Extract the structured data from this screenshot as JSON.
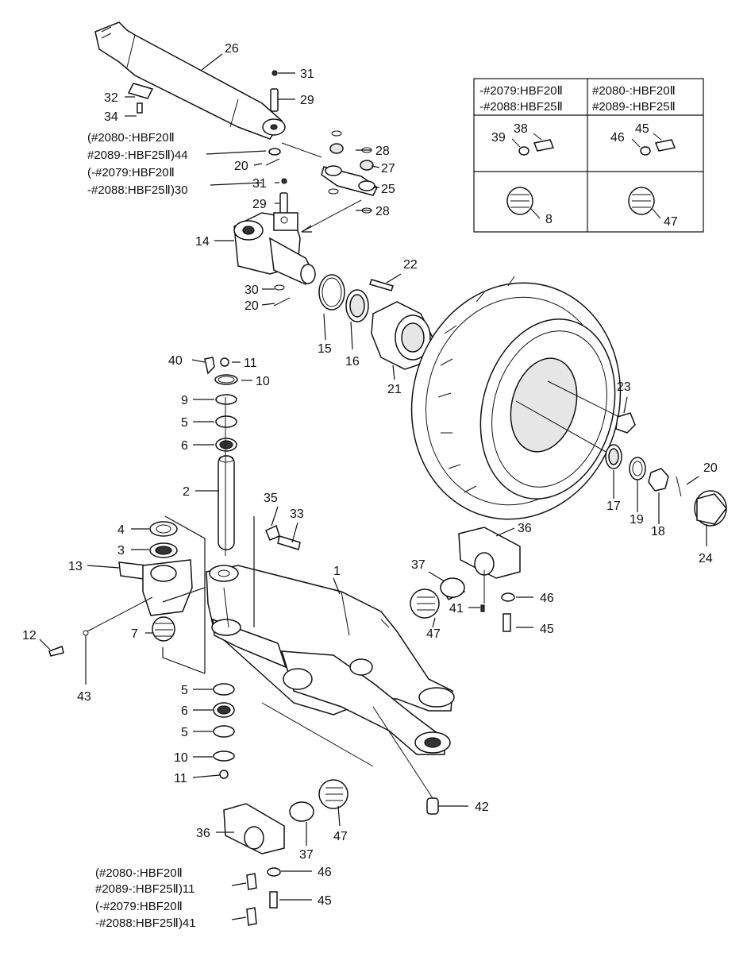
{
  "labels": {
    "l1": "1",
    "l2": "2",
    "l3": "3",
    "l4": "4",
    "l5a": "5",
    "l5b": "5",
    "l5c": "5",
    "l6a": "6",
    "l6b": "6",
    "l7": "7",
    "l8": "8",
    "l9": "9",
    "l10a": "10",
    "l10b": "10",
    "l11a": "11",
    "l11b": "11",
    "l12": "12",
    "l13": "13",
    "l14": "14",
    "l15": "15",
    "l16": "16",
    "l17": "17",
    "l18": "18",
    "l19": "19",
    "l20a": "20",
    "l20b": "20",
    "l20c": "20",
    "l21": "21",
    "l22": "22",
    "l23": "23",
    "l24": "24",
    "l25": "25",
    "l26": "26",
    "l27": "27",
    "l28a": "28",
    "l28b": "28",
    "l29a": "29",
    "l29b": "29",
    "l30": "30",
    "l31a": "31",
    "l31b": "31",
    "l32": "32",
    "l33": "33",
    "l34": "34",
    "l35": "35",
    "l36a": "36",
    "l36b": "36",
    "l37a": "37",
    "l37b": "37",
    "l38": "38",
    "l39": "39",
    "l40": "40",
    "l41a": "41",
    "l42": "42",
    "l43": "43",
    "l45a": "45",
    "l45b": "45",
    "l45c": "45",
    "l46a": "46",
    "l46b": "46",
    "l46c": "46",
    "l47a": "47",
    "l47b": "47",
    "l47c": "47"
  },
  "notes": {
    "top_note_1": "(#2080-:HBF20Ⅱ",
    "top_note_2": " #2089-:HBF25Ⅱ)44",
    "top_note_3": "(-#2079:HBF20Ⅱ",
    "top_note_4": " -#2088:HBF25Ⅱ)30",
    "bottom_note_1": "(#2080-:HBF20Ⅱ",
    "bottom_note_2": " #2089-:HBF25Ⅱ)11",
    "bottom_note_3": "(-#2079:HBF20Ⅱ",
    "bottom_note_4": " -#2088:HBF25Ⅱ)41"
  },
  "table": {
    "col1_line1": "-#2079:HBF20Ⅱ",
    "col1_line2": "-#2088:HBF25Ⅱ",
    "col2_line1": "#2080-:HBF20Ⅱ",
    "col2_line2": "#2089-:HBF25Ⅱ",
    "r1c1_a": "38",
    "r1c1_b": "39",
    "r1c2_a": "45",
    "r1c2_b": "46",
    "r2c1": "8",
    "r2c2": "47"
  }
}
